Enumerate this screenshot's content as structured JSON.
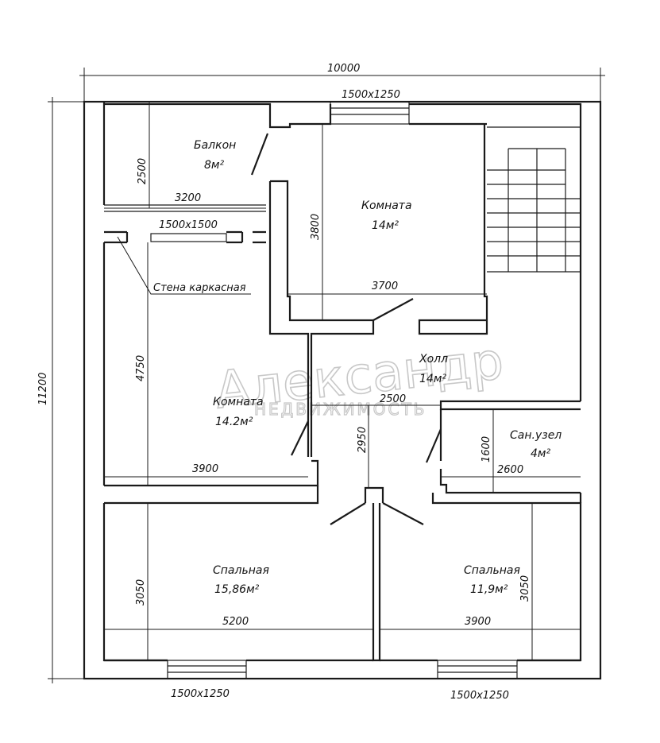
{
  "plan": {
    "overall_width": "10000",
    "overall_height": "11200",
    "windows": {
      "top": "1500x1250",
      "balcony": "1500x1500",
      "bottom_left": "1500x1250",
      "bottom_right": "1500x1250"
    },
    "rooms": {
      "balcony": {
        "name": "Балкон",
        "area": "8м²",
        "dim_v": "2500",
        "dim_h": "3200"
      },
      "room_top": {
        "name": "Комната",
        "area": "14м²",
        "dim_v": "3800",
        "dim_h": "3700"
      },
      "room_left": {
        "name": "Комната",
        "area": "14.2м²",
        "dim_v": "4750",
        "dim_h": "3900"
      },
      "hall": {
        "name": "Холл",
        "area": "14м²",
        "dim_v": "2950",
        "dim_h": "2500"
      },
      "bath": {
        "name": "Сан.узел",
        "area": "4м²",
        "dim_v": "1600",
        "dim_h": "2600"
      },
      "bed_left": {
        "name": "Спальная",
        "area": "15,86м²",
        "dim_v": "3050",
        "dim_h": "5200"
      },
      "bed_right": {
        "name": "Спальная",
        "area": "11,9м²",
        "dim_v": "3050",
        "dim_h": "3900"
      }
    },
    "annotation": "Стена каркасная",
    "watermark": {
      "main": "Александр",
      "sub": "НЕДВИЖИМОСТЬ"
    }
  }
}
